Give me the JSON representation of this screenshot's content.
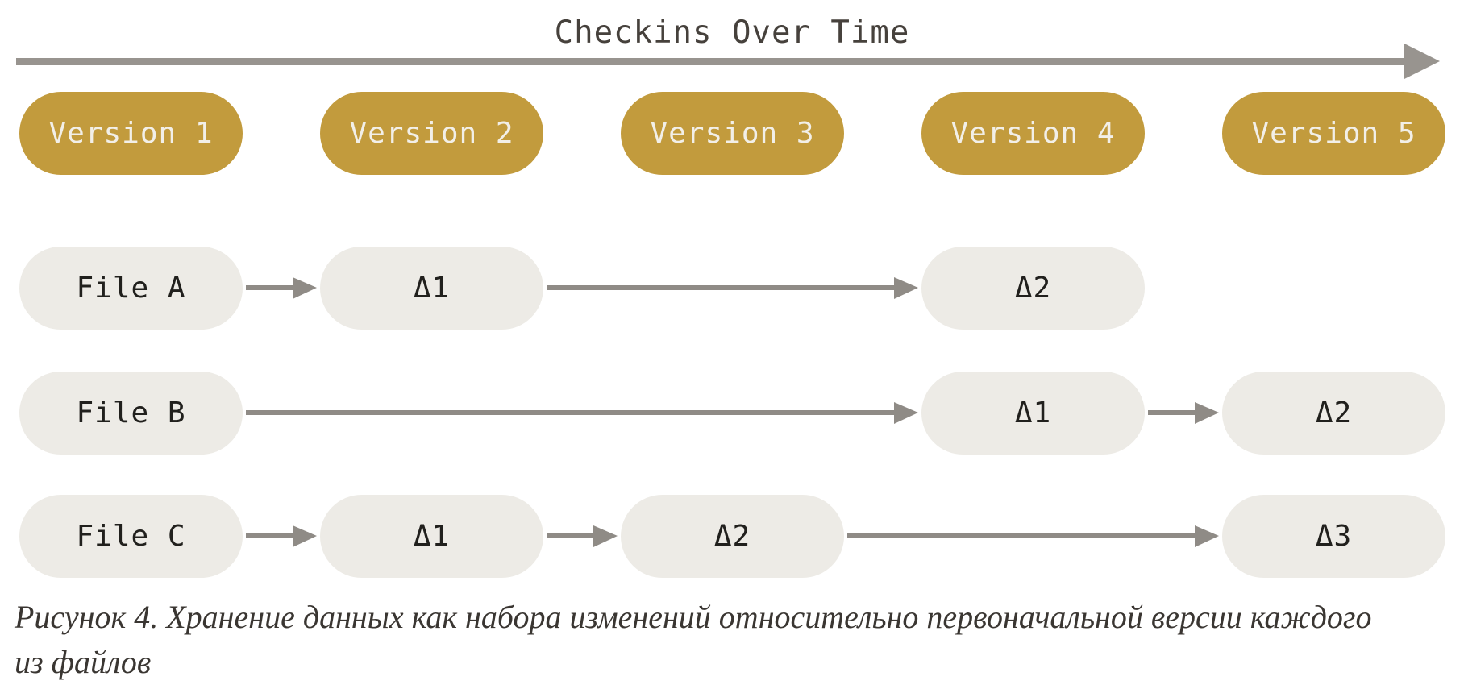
{
  "title": "Checkins Over Time",
  "versions": [
    "Version 1",
    "Version 2",
    "Version 3",
    "Version 4",
    "Version 5"
  ],
  "files": [
    {
      "nodes": [
        {
          "label": "File A",
          "col": 0
        },
        {
          "label": "Δ1",
          "col": 1
        },
        {
          "label": "Δ2",
          "col": 3
        }
      ]
    },
    {
      "nodes": [
        {
          "label": "File B",
          "col": 0
        },
        {
          "label": "Δ1",
          "col": 3
        },
        {
          "label": "Δ2",
          "col": 4
        }
      ]
    },
    {
      "nodes": [
        {
          "label": "File C",
          "col": 0
        },
        {
          "label": "Δ1",
          "col": 1
        },
        {
          "label": "Δ2",
          "col": 2
        },
        {
          "label": "Δ3",
          "col": 4
        }
      ]
    }
  ],
  "caption": {
    "line1": "Рисунок 4. Хранение данных как набора изменений относительно первоначальной версии каждого",
    "line2": "из файлов"
  },
  "colors": {
    "version_pill": "#c29b3d",
    "version_text": "#f2efe8",
    "node_pill": "#edebe6",
    "node_text": "#21201d",
    "arrow": "#8f8b86",
    "timeline": "#98948f",
    "title_text": "#46413c",
    "caption_text": "#3a3632"
  }
}
